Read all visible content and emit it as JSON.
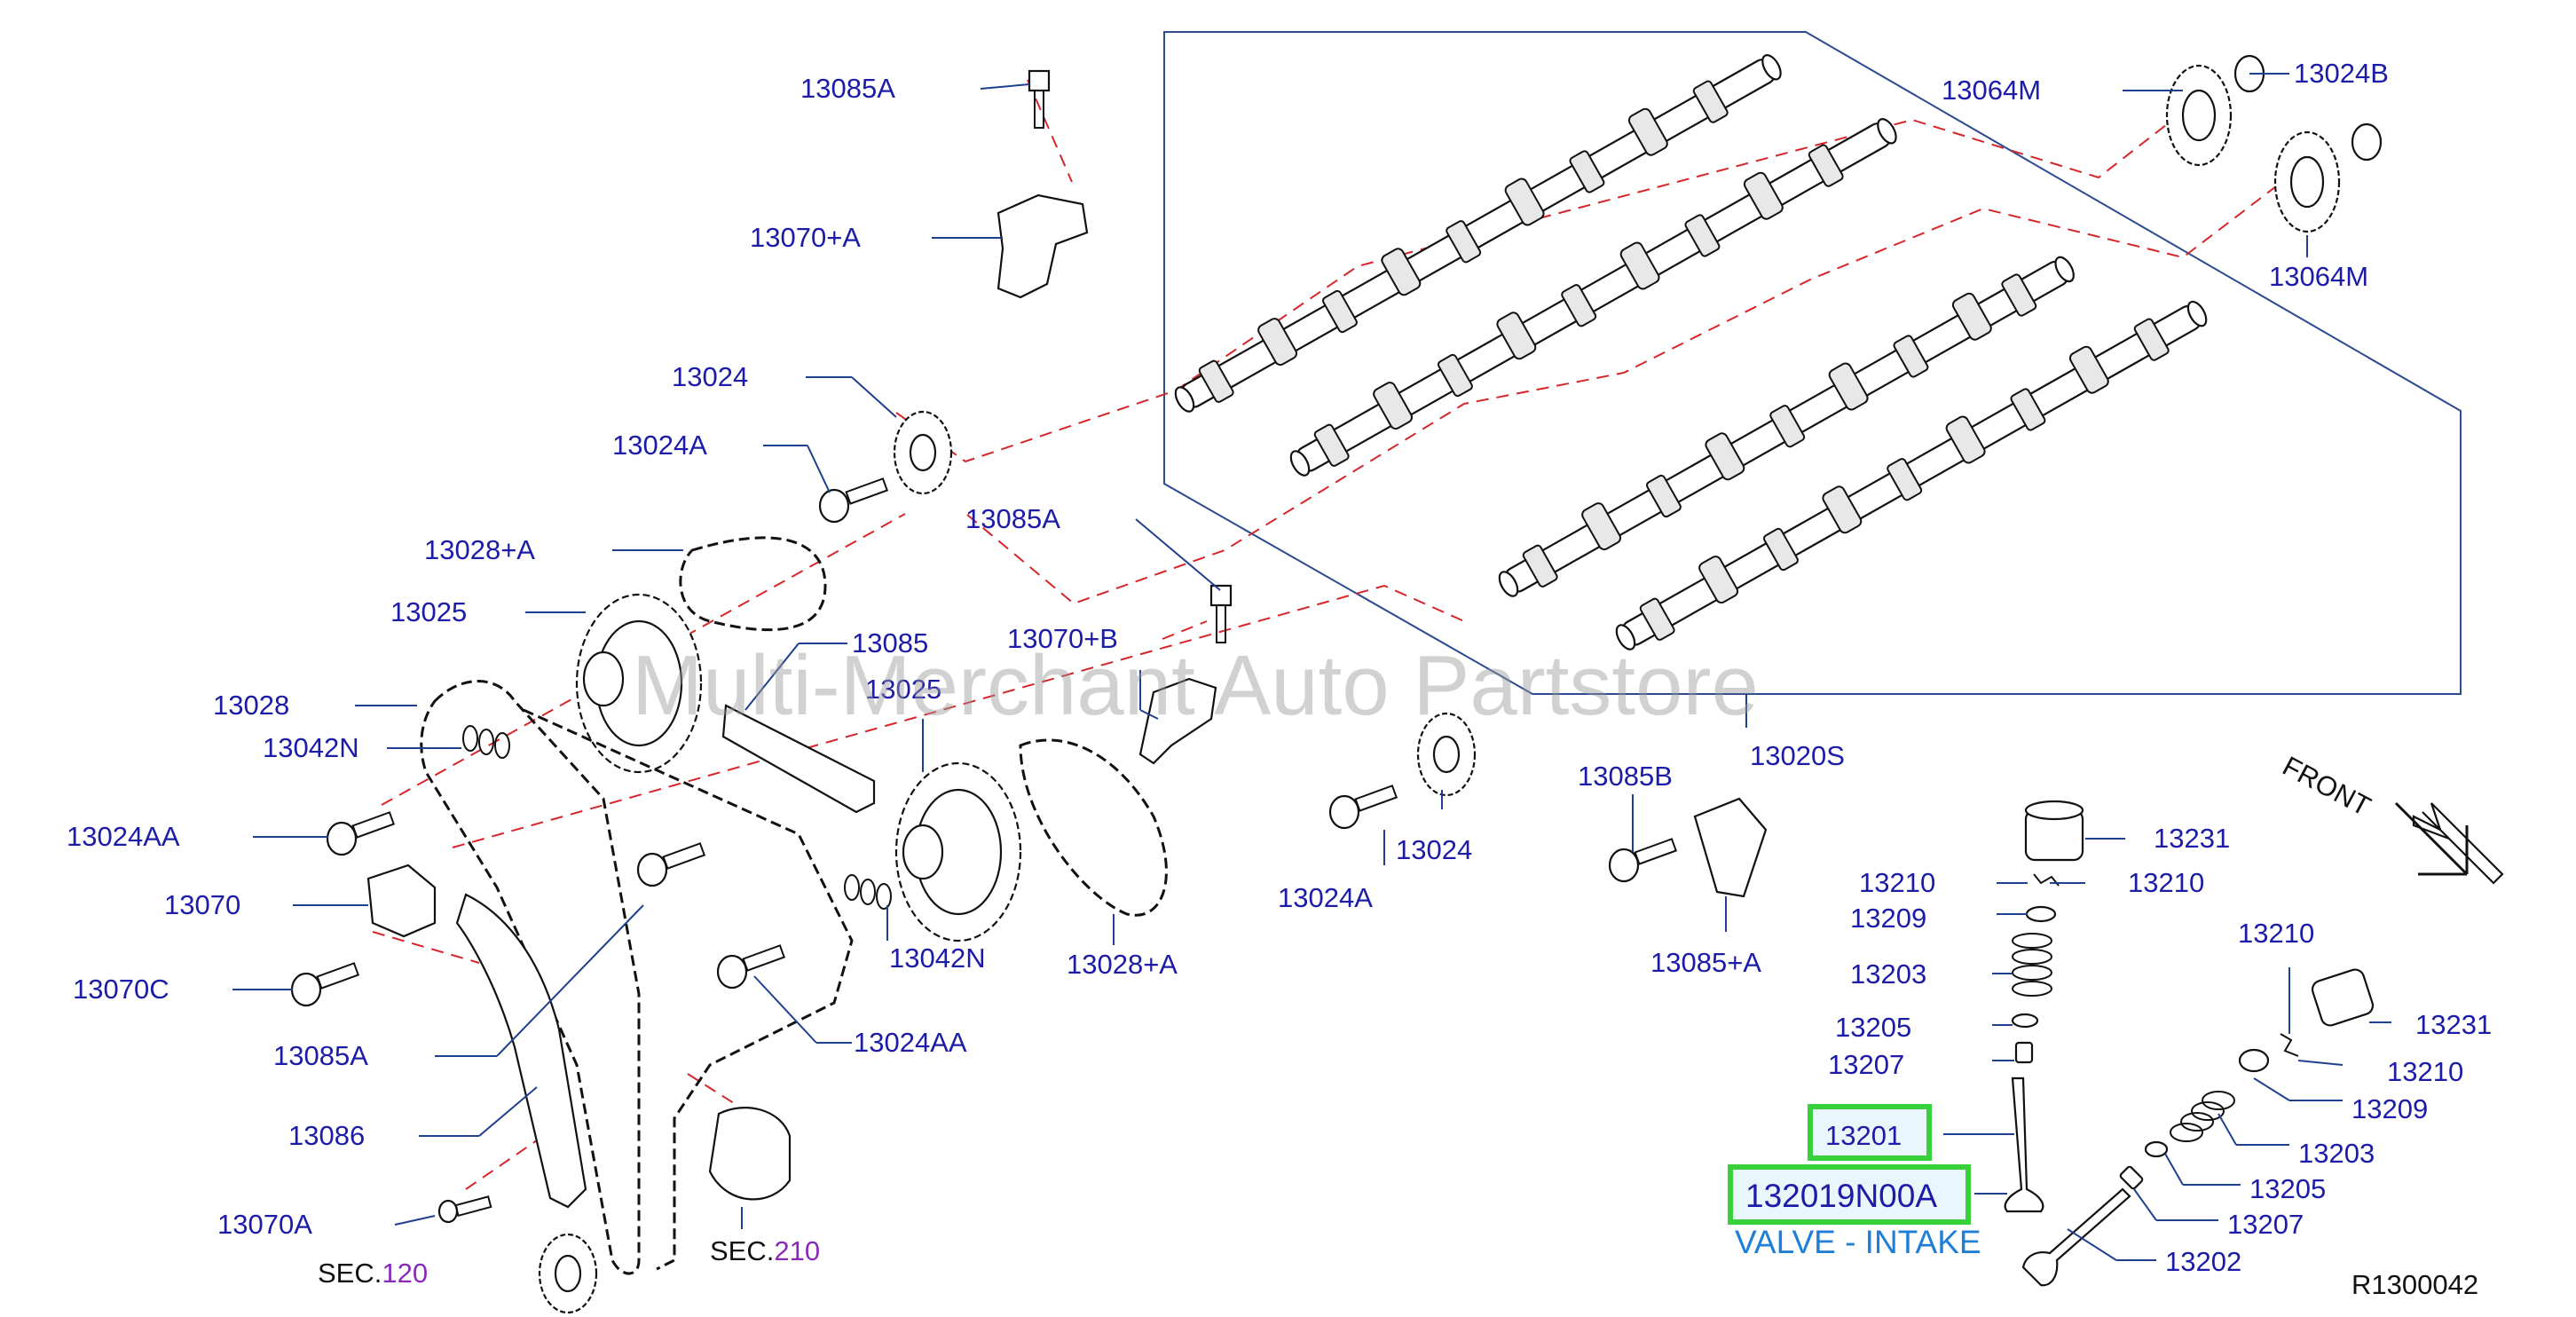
{
  "labels": {
    "l13085A_top": "13085A",
    "l13070pA": "13070+A",
    "l13064M_top": "13064M",
    "l13024B": "13024B",
    "l13064M_right": "13064M",
    "l13024_top": "13024",
    "l13024A_top": "13024A",
    "l13085A_mid": "13085A",
    "l13028pA_top": "13028+A",
    "l13025_top": "13025",
    "l13070pB": "13070+B",
    "l13085": "13085",
    "l13025_mid": "13025",
    "l13028": "13028",
    "l13042N_left": "13042N",
    "l13024AA_left": "13024AA",
    "l13070": "13070",
    "l13070C": "13070C",
    "l13085A_low": "13085A",
    "l13086": "13086",
    "l13070A": "13070A",
    "l13042N_mid": "13042N",
    "l13024AA_mid": "13024AA",
    "l13028pA_low": "13028+A",
    "l13024_low": "13024",
    "l13024A_low": "13024A",
    "l13085B": "13085B",
    "l13085pA": "13085+A",
    "l13020S": "13020S",
    "l13231_a": "13231",
    "l13210_a": "13210",
    "l13210_b": "13210",
    "l13209_a": "13209",
    "l13203_a": "13203",
    "l13205_a": "13205",
    "l13207_a": "13207",
    "l13201": "13201",
    "l13210_c": "13210",
    "l13231_b": "13231",
    "l13210_d": "13210",
    "l13209_b": "13209",
    "l13203_b": "13203",
    "l13205_b": "13205",
    "l13207_b": "13207",
    "l13202": "13202"
  },
  "sec": {
    "sec120_prefix": "SEC.",
    "sec120_num": "120",
    "sec210_prefix": "SEC.",
    "sec210_num": "210"
  },
  "callout": {
    "part_number": "132019N00A",
    "description": "VALVE - INTAKE"
  },
  "front": "FRONT",
  "ref": "R1300042",
  "watermark": "Multi-Merchant Auto Partstore",
  "colors": {
    "label": "#1c1ca8",
    "leader": "#1f3f8f",
    "centerline": "#d6262a",
    "highlight": "#38d13a",
    "description": "#1f7fd6",
    "sec_number": "#8a2bb8"
  }
}
